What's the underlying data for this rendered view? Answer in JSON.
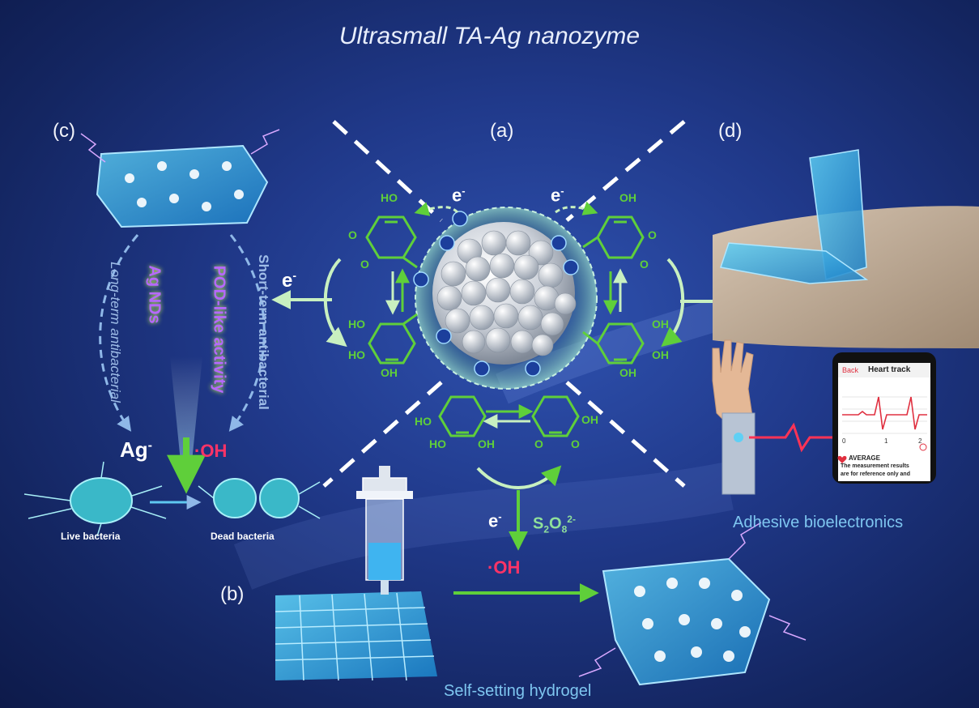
{
  "title": "Ultrasmall TA-Ag nanozyme",
  "panels": {
    "a": "(a)",
    "b": "(b)",
    "c": "(c)",
    "d": "(d)"
  },
  "captions": {
    "bioelectronics": "Adhesive bioelectronics",
    "hydrogel": "Self-setting hydrogel",
    "live": "Live bacteria",
    "dead": "Dead bacteria"
  },
  "vertical_labels": {
    "long_term": "Long-term antibacterial",
    "short_term": "Short-term antibacterial",
    "ag_nds": "Ag NDs",
    "pod": "POD-like activity"
  },
  "species": {
    "ag_ion": "Ag",
    "hydroxyl": "·OH",
    "electron": "e",
    "electron_sup": "-",
    "persulfate": "S",
    "persulfate_sub1": "2",
    "persulfate_o": "O",
    "persulfate_sub2": "8",
    "persulfate_sup": "2-"
  },
  "chem": {
    "ho": "HO",
    "oh": "OH",
    "o": "O"
  },
  "phone": {
    "back": "Back",
    "screen_title": "Heart track",
    "tick_0": "0",
    "tick_1": "1",
    "tick_2": "2",
    "average": "AVERAGE",
    "note_1": "The measurement results",
    "note_2": "are for reference only and"
  },
  "colors": {
    "green": "#5fcf3a",
    "arrow_light": "#c8f0c0",
    "red_ion": "#ff3366",
    "cyan_text": "#7ec6f0"
  }
}
